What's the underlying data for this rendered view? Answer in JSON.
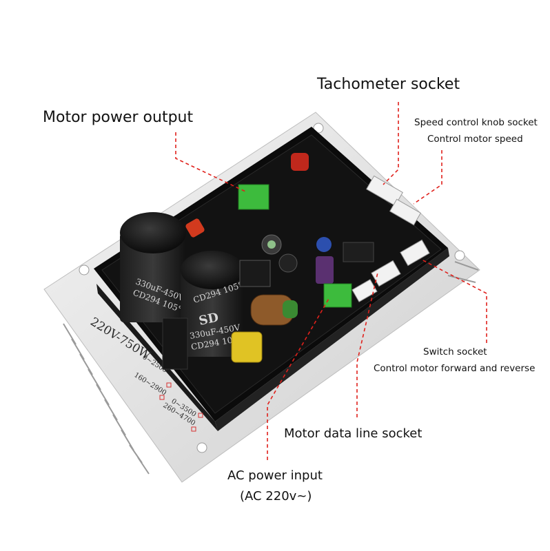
{
  "callouts": {
    "tachometer_socket": "Tachometer socket",
    "motor_power_output": "Motor power output",
    "speed_knob_socket": "Speed control knob socket",
    "speed_knob_desc": "Control motor speed",
    "switch_socket": "Switch socket",
    "switch_desc": "Control motor forward and reverse",
    "motor_data_line_socket": "Motor data line socket",
    "ac_power_input": "AC power input",
    "ac_power_spec": "(AC 220v~)"
  },
  "board_markings": {
    "model": "220V-750W",
    "ranges": [
      "0~2500",
      "0~3500",
      "160~2900",
      "260~4700"
    ],
    "cap1_value": "330uF-450V",
    "cap1_rating": "CD294 105°C",
    "cap2_value": "330uF-450V",
    "cap2_rating": "CD294 105°C",
    "cap2_top": "CD294 105°C",
    "cap_brand": "SD"
  },
  "colors": {
    "leader_line": "#e0201b",
    "board_black": "#0d0d0d",
    "heatsink": "#e6e6e6",
    "connector_green": "#3dbb3d",
    "connector_white": "#f2f2f2"
  }
}
